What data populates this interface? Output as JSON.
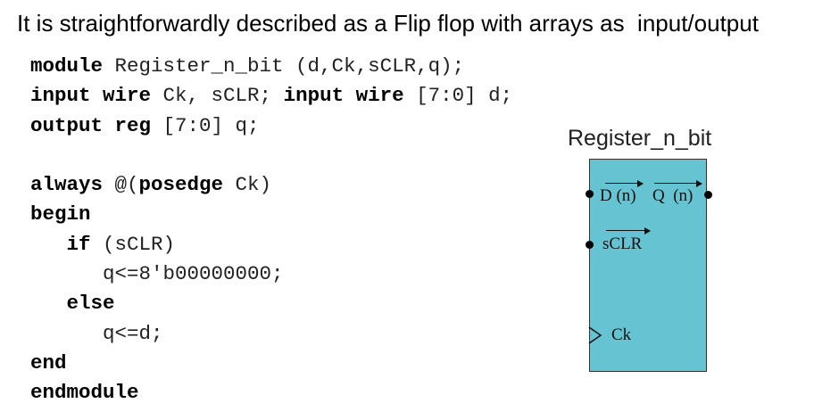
{
  "heading": "It is straightforwardly described as a Flip flop with arrays as  input/output",
  "code": [
    [
      {
        "t": "module",
        "k": true
      },
      {
        "t": " Register_n_bit (d,Ck,sCLR,q);",
        "k": false
      }
    ],
    [
      {
        "t": "input wire",
        "k": true
      },
      {
        "t": " Ck, sCLR; ",
        "k": false
      },
      {
        "t": "input wire",
        "k": true
      },
      {
        "t": " [7:0] d;",
        "k": false
      }
    ],
    [
      {
        "t": "output reg",
        "k": true
      },
      {
        "t": " [7:0] q;",
        "k": false
      }
    ],
    [],
    [
      {
        "t": "always",
        "k": true
      },
      {
        "t": " @(",
        "k": false
      },
      {
        "t": "posedge",
        "k": true
      },
      {
        "t": " Ck)",
        "k": false
      }
    ],
    [
      {
        "t": "begin",
        "k": true
      }
    ],
    [
      {
        "t": "   ",
        "k": false
      },
      {
        "t": "if",
        "k": true
      },
      {
        "t": " (sCLR)",
        "k": false
      }
    ],
    [
      {
        "t": "      q<=8'b00000000;",
        "k": false
      }
    ],
    [
      {
        "t": "   ",
        "k": false
      },
      {
        "t": "else",
        "k": true
      }
    ],
    [
      {
        "t": "      q<=d;",
        "k": false
      }
    ],
    [
      {
        "t": "end",
        "k": true
      }
    ],
    [
      {
        "t": "endmodule",
        "k": true
      }
    ]
  ],
  "block": {
    "title": "Register_n_bit",
    "pins": {
      "d": "D (n)",
      "q": "Q  (n)",
      "sclr": "sCLR",
      "ck": "Ck"
    },
    "fill_color": "#66c3d2"
  }
}
